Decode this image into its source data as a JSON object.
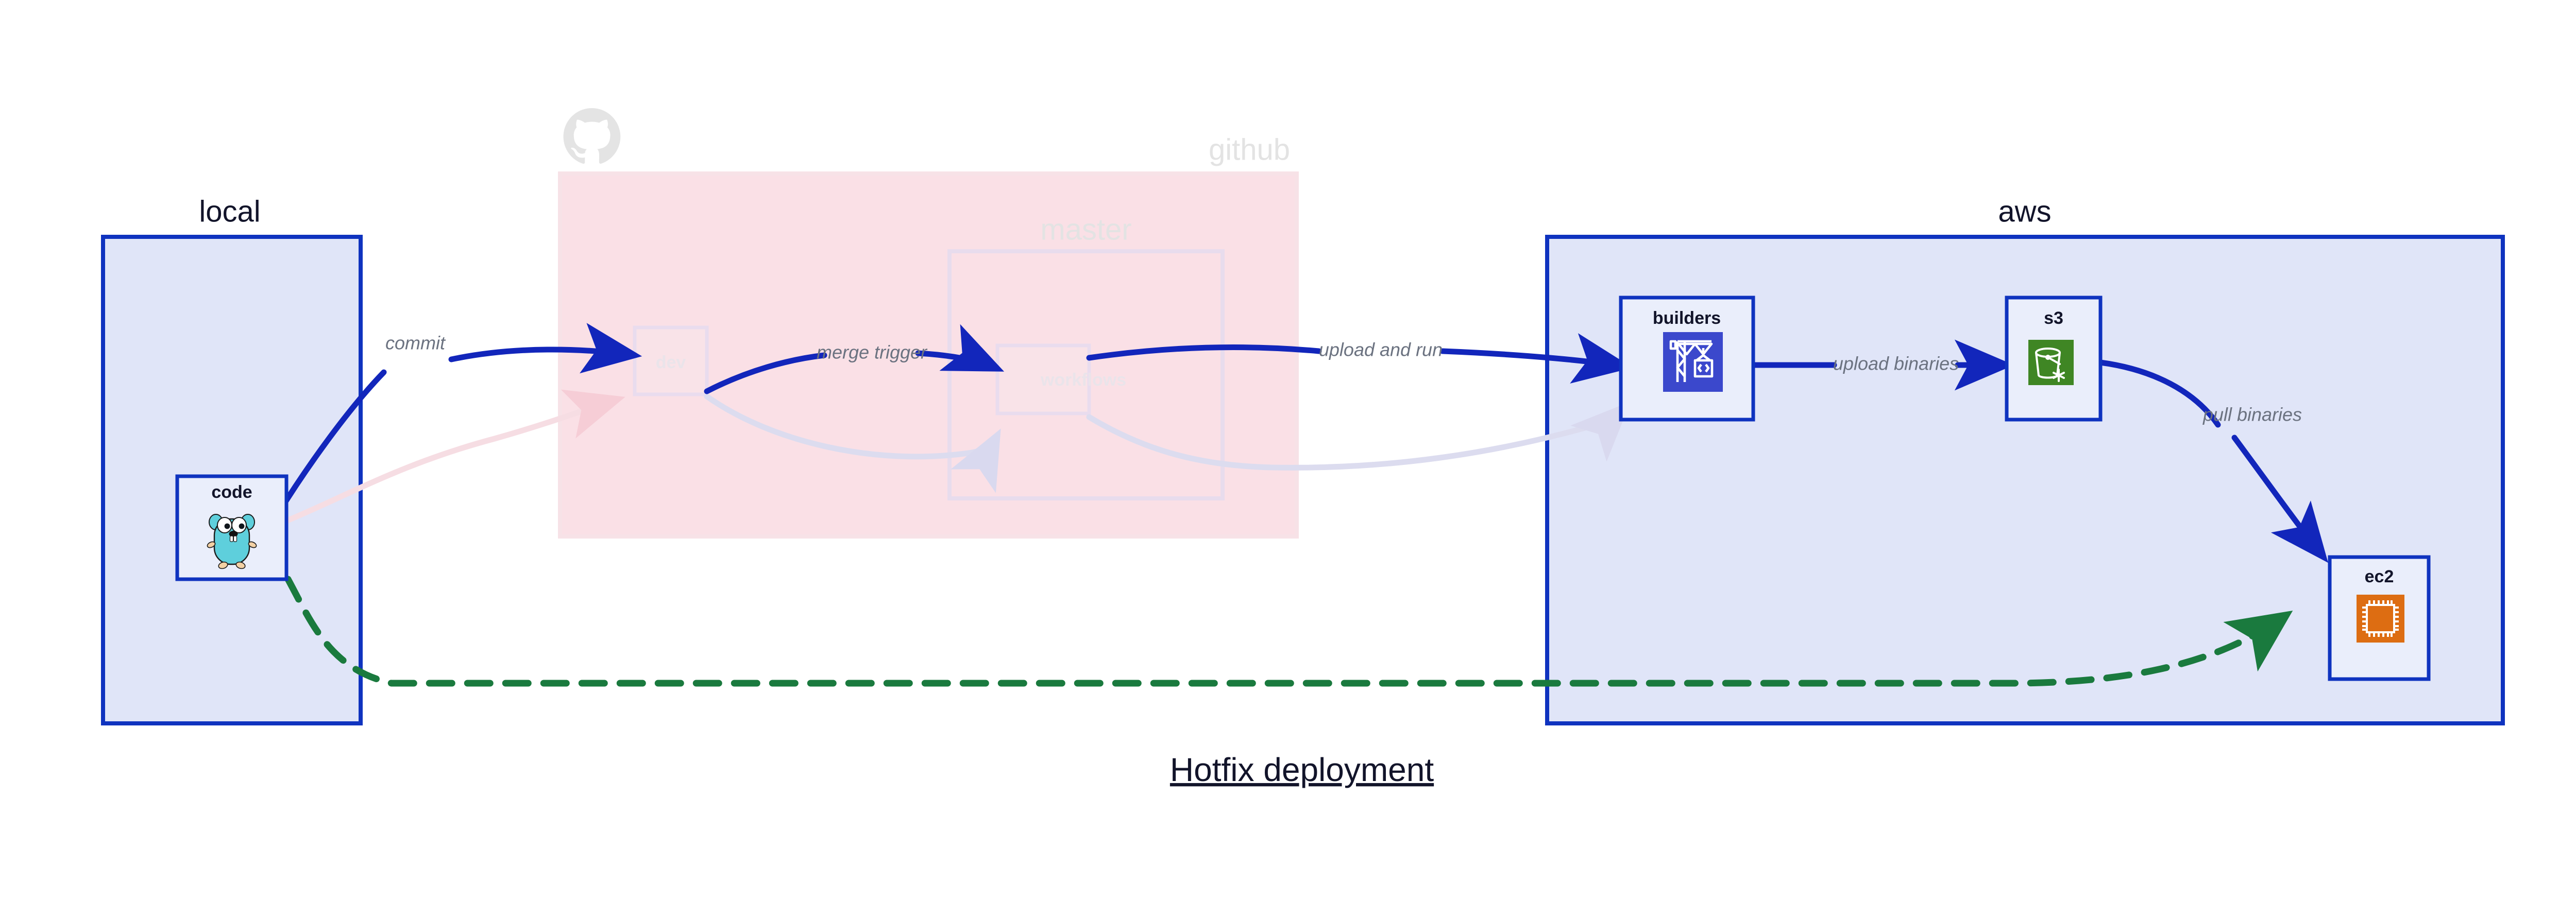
{
  "title": "Hotfix deployment",
  "colors": {
    "accent_blue": "#0f33bf",
    "cluster_blue_fill": "#e0e5f8",
    "node_blue_fill": "#eaeefb",
    "github_pink_fill": "#fae0e6",
    "github_faded_text": "#e3e3e3",
    "edge_blue": "#1226bb",
    "edge_faded": "#d9d9ef",
    "edge_pink_faded": "#f6dde3",
    "edge_green": "#1a7a3e",
    "label_gray": "#6b7280",
    "builders_icon_bg": "#3b48cc",
    "s3_icon_bg": "#3f8624",
    "ec2_icon_bg": "#dd6d12",
    "gopher_body": "#5ecfdc",
    "title_text": "#12142a"
  },
  "clusters": [
    {
      "id": "local",
      "label": "local",
      "faded": false
    },
    {
      "id": "github",
      "label": "github",
      "faded": true
    },
    {
      "id": "master",
      "label": "master",
      "faded": true
    },
    {
      "id": "aws",
      "label": "aws",
      "faded": false
    }
  ],
  "nodes": [
    {
      "id": "code",
      "label": "code",
      "icon": "go-gopher-icon",
      "faded": false
    },
    {
      "id": "dev",
      "label": "dev",
      "icon": "none",
      "faded": true
    },
    {
      "id": "workflows",
      "label": "workflows",
      "icon": "none",
      "faded": true
    },
    {
      "id": "builders",
      "label": "builders",
      "icon": "aws-codebuild-crane-icon",
      "faded": false
    },
    {
      "id": "s3",
      "label": "s3",
      "icon": "aws-s3-bucket-icon",
      "faded": false
    },
    {
      "id": "ec2",
      "label": "ec2",
      "icon": "aws-ec2-chip-icon",
      "faded": false
    }
  ],
  "edges": [
    {
      "id": "commit",
      "label": "commit",
      "from": "code",
      "to": "dev",
      "style": "solid-blue"
    },
    {
      "id": "merge-trigger",
      "label": "merge trigger",
      "from": "dev",
      "to": "workflows",
      "style": "solid-blue"
    },
    {
      "id": "upload-and-run",
      "label": "upload and run",
      "from": "workflows",
      "to": "builders",
      "style": "solid-blue"
    },
    {
      "id": "upload-binaries",
      "label": "upload binaries",
      "from": "builders",
      "to": "s3",
      "style": "solid-blue"
    },
    {
      "id": "pull-binaries",
      "label": "pull binaries",
      "from": "s3",
      "to": "ec2",
      "style": "solid-blue"
    },
    {
      "id": "hotfix-direct",
      "label": "",
      "from": "code",
      "to": "ec2",
      "style": "dashed-green"
    },
    {
      "id": "faded-code-dev",
      "label": "",
      "from": "code",
      "to": "dev",
      "style": "faded-pink"
    },
    {
      "id": "faded-dev-workflows",
      "label": "",
      "from": "dev",
      "to": "workflows",
      "style": "faded-lavender"
    },
    {
      "id": "faded-workflows-aws",
      "label": "",
      "from": "workflows",
      "to": "builders",
      "style": "faded-lavender"
    }
  ],
  "decorations": [
    {
      "id": "github-octocat-logo",
      "name": "github-octocat-icon",
      "faded": true
    }
  ]
}
